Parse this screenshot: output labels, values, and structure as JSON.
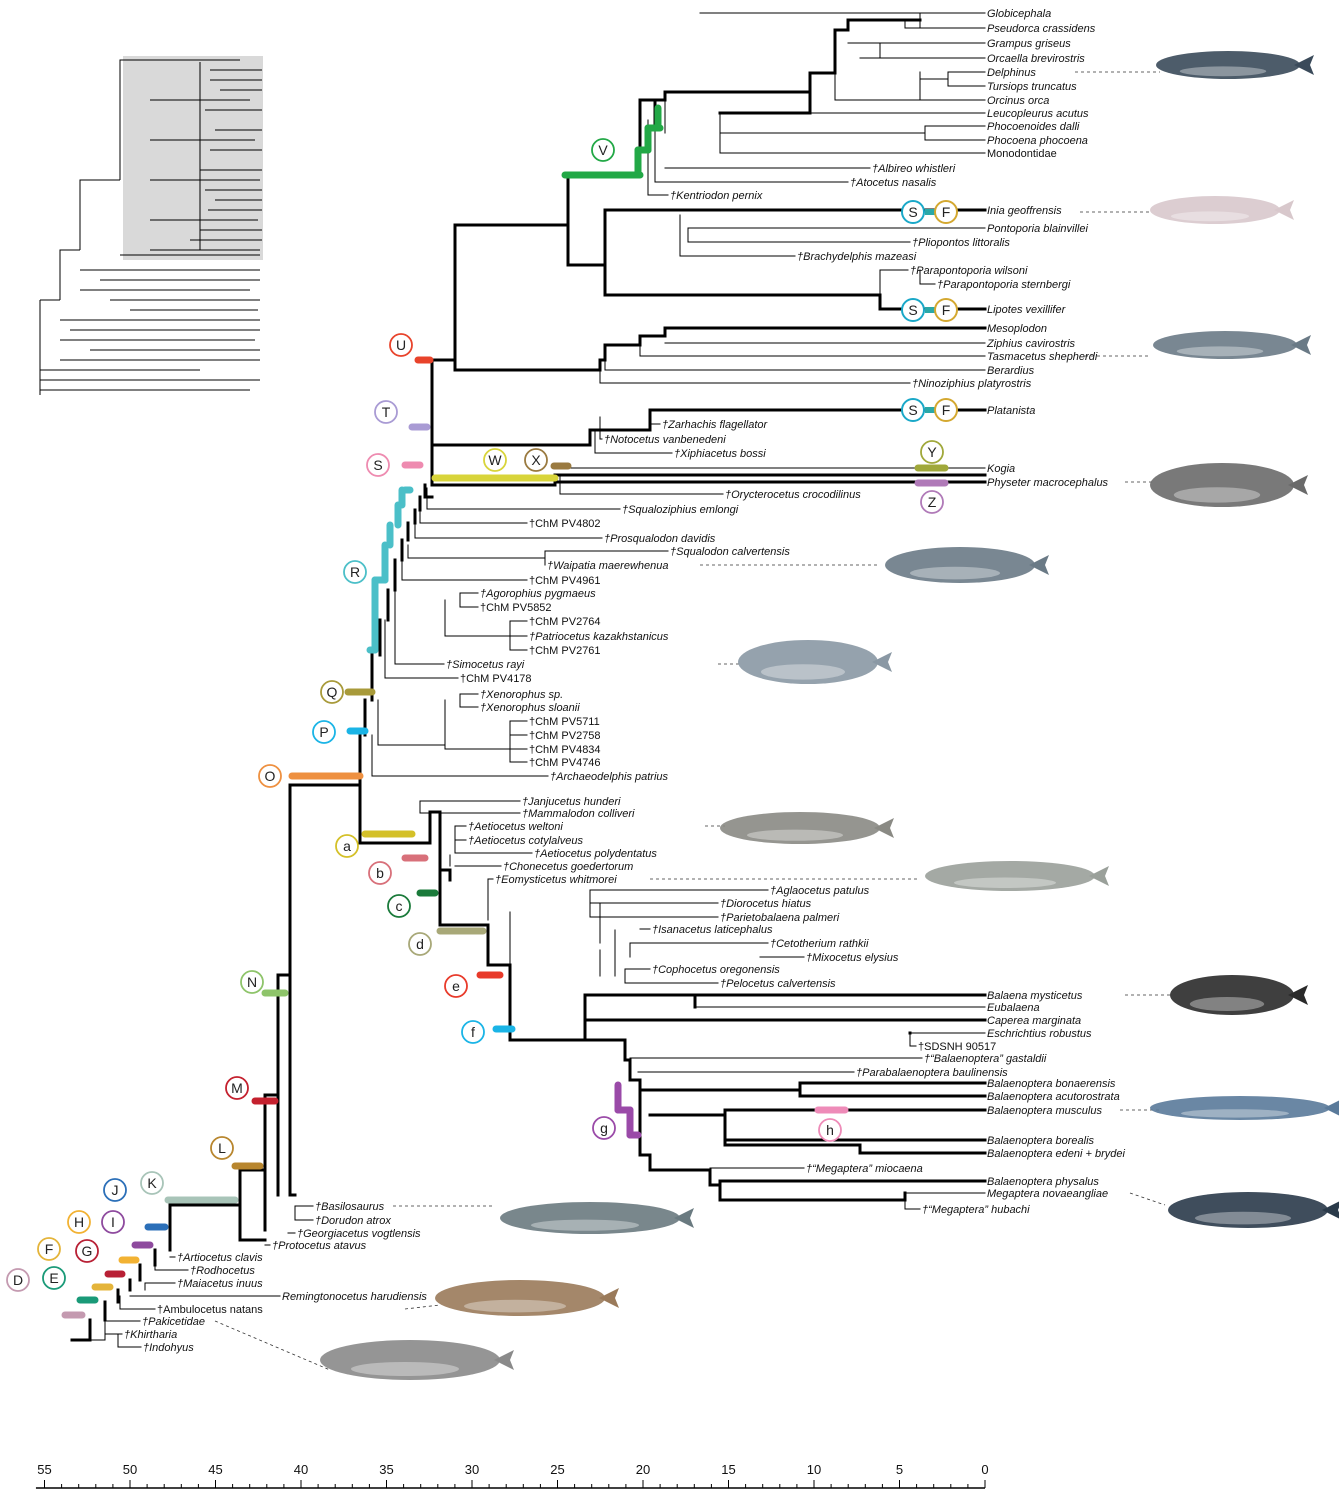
{
  "axis": {
    "ticks": [
      "55",
      "50",
      "45",
      "40",
      "35",
      "30",
      "25",
      "20",
      "15",
      "10",
      "5",
      "0"
    ]
  },
  "taxa": [
    "Globicephala",
    "Pseudorca crassidens",
    "Grampus griseus",
    "Orcaella brevirostris",
    "Delphinus",
    "Tursiops truncatus",
    "Orcinus orca",
    "Leucopleurus acutus",
    "Phocoenoides dalli",
    "Phocoena phocoena",
    "Monodontidae",
    "†Albireo whistleri",
    "†Atocetus nasalis",
    "†Kentriodon pernix",
    "Inia geoffrensis",
    "Pontoporia blainvillei",
    "†Pliopontos littoralis",
    "†Brachydelphis mazeasi",
    "†Parapontoporia wilsoni",
    "†Parapontoporia sternbergi",
    "Lipotes vexillifer",
    "Mesoplodon",
    "Ziphius cavirostris",
    "Tasmacetus shepherdi",
    "Berardius",
    "†Ninoziphius platyrostris",
    "Platanista",
    "†Zarhachis flagellator",
    "†Notocetus vanbenedeni",
    "†Xiphiacetus bossi",
    "Kogia",
    "Physeter macrocephalus",
    "†Orycterocetus crocodilinus",
    "†Squaloziphius emlongi",
    "†ChM PV4802",
    "†Prosqualodon davidis",
    "†Squalodon calvertensis",
    "†Waipatia maerewhenua",
    "†ChM PV4961",
    "†Agorophius pygmaeus",
    "†ChM PV5852",
    "†ChM PV2764",
    "†Patriocetus kazakhstanicus",
    "†ChM PV2761",
    "†Simocetus rayi",
    "†ChM PV4178",
    "†Xenorophus sp.",
    "†Xenorophus sloanii",
    "†ChM PV5711",
    "†ChM PV2758",
    "†ChM PV4834",
    "†ChM PV4746",
    "†Archaeodelphis patrius",
    "†Janjucetus hunderi",
    "†Mammalodon colliveri",
    "†Aetiocetus weltoni",
    "†Aetiocetus cotylalveus",
    "†Aetiocetus polydentatus",
    "†Chonecetus goedertorum",
    "†Eomysticetus whitmorei",
    "†Aglaocetus patulus",
    "†Diorocetus hiatus",
    "†Parietobalaena palmeri",
    "†Isanacetus laticephalus",
    "†Cetotherium rathkii",
    "†Mixocetus elysius",
    "†Cophocetus oregonensis",
    "†Pelocetus calvertensis",
    "Balaena mysticetus",
    "Eubalaena",
    "Caperea marginata",
    "Eschrichtius robustus",
    "†SDSNH 90517",
    "†“Balaenoptera” gastaldii",
    "†Parabalaenoptera baulinensis",
    "Balaenoptera bonaerensis",
    "Balaenoptera acutorostrata",
    "Balaenoptera musculus",
    "Balaenoptera borealis",
    "Balaenoptera edeni + brydei",
    "†“Megaptera” miocaena",
    "Balaenoptera physalus",
    "Megaptera novaeangliae",
    "†“Megaptera” hubachi",
    "†Basilosaurus",
    "†Dorudon atrox",
    "†Georgiacetus vogtlensis",
    "†Protocetus atavus",
    "†Artiocetus clavis",
    "†Rodhocetus",
    "†Maiacetus inuus",
    "Remingtonocetus harudiensis",
    "†Ambulocetus natans",
    "†Pakicetidae",
    "†Khirtharia",
    "†Indohyus"
  ],
  "markers": [
    {
      "letter": "V",
      "color": "#22a846"
    },
    {
      "letter": "U",
      "color": "#e8432b"
    },
    {
      "letter": "T",
      "color": "#a99bd4"
    },
    {
      "letter": "S",
      "color": "#ee8bb0"
    },
    {
      "letter": "R",
      "color": "#4bbfc8"
    },
    {
      "letter": "Q",
      "color": "#a89a3a"
    },
    {
      "letter": "P",
      "color": "#1ab4e6"
    },
    {
      "letter": "O",
      "color": "#ee9040"
    },
    {
      "letter": "N",
      "color": "#8ec46a"
    },
    {
      "letter": "M",
      "color": "#c4202e"
    },
    {
      "letter": "L",
      "color": "#b8862e"
    },
    {
      "letter": "K",
      "color": "#a8c4b8"
    },
    {
      "letter": "J",
      "color": "#2b6fb8"
    },
    {
      "letter": "I",
      "color": "#8e4a9e"
    },
    {
      "letter": "H",
      "color": "#f2b233"
    },
    {
      "letter": "G",
      "color": "#b82035"
    },
    {
      "letter": "F",
      "color": "#e4b43a"
    },
    {
      "letter": "E",
      "color": "#1a9a78"
    },
    {
      "letter": "D",
      "color": "#c49ab0"
    },
    {
      "letter": "W",
      "color": "#d8d43a"
    },
    {
      "letter": "X",
      "color": "#9a7a40"
    },
    {
      "letter": "Y",
      "color": "#a0a83a"
    },
    {
      "letter": "Z",
      "color": "#b07ab8"
    },
    {
      "letter": "a",
      "color": "#d4c028"
    },
    {
      "letter": "b",
      "color": "#d8707a"
    },
    {
      "letter": "c",
      "color": "#1a7a3a"
    },
    {
      "letter": "d",
      "color": "#a8a878"
    },
    {
      "letter": "e",
      "color": "#e83a2a"
    },
    {
      "letter": "f",
      "color": "#1ab4e6"
    },
    {
      "letter": "g",
      "color": "#9a4aa8"
    },
    {
      "letter": "h",
      "color": "#ee8bb8"
    }
  ],
  "sf_markers": {
    "s_letter": "S",
    "f_letter": "F",
    "s_color": "#1aa8c8",
    "f_color": "#d4a830"
  }
}
